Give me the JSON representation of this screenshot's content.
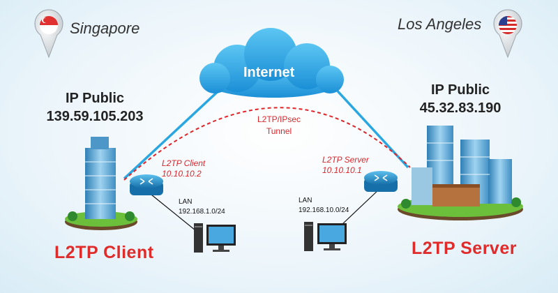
{
  "locations": {
    "left_city": "Singapore",
    "right_city": "Los Angeles"
  },
  "internet_label": "Internet",
  "tunnel_label": [
    "L2TP/IPsec",
    "Tunnel"
  ],
  "client_side": {
    "ip_public_label": "IP Public",
    "ip_public": "139.59.105.203",
    "router_role": "L2TP Client",
    "router_ip": "10.10.10.2",
    "lan_label": "LAN",
    "lan_subnet": "192.168.1.0/24",
    "title": "L2TP Client"
  },
  "server_side": {
    "ip_public_label": "IP Public",
    "ip_public": "45.32.83.190",
    "router_role": "L2TP Server",
    "router_ip": "10.10.10.1",
    "lan_label": "LAN",
    "lan_subnet": "192.168.10.0/24",
    "title": "L2TP Server"
  },
  "colors": {
    "link_line": "#2aa7e0",
    "tunnel_line": "#e0242a",
    "title_red": "#e02b2b",
    "cloud": "#2b9fe0",
    "router": "#1e8fd0"
  },
  "icons": [
    "singapore-flag-pin-icon",
    "usa-flag-pin-icon",
    "cloud-icon",
    "router-icon",
    "desktop-computer-icon",
    "office-building-icon"
  ]
}
